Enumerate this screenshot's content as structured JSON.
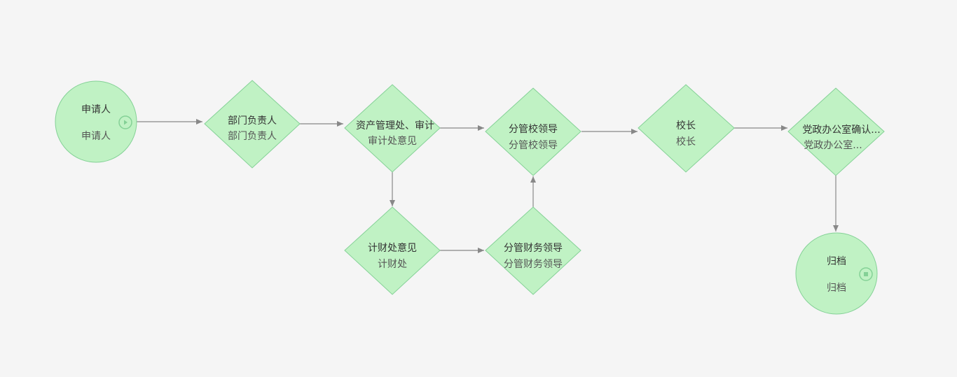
{
  "colors": {
    "background": "#f5f5f5",
    "node_fill": "#c0f2c4",
    "node_stroke": "#84d196",
    "edge": "#888888",
    "icon": "#84d196"
  },
  "nodes": {
    "start": {
      "title": "申请人",
      "subtitle": "申请人",
      "icon": "play-icon"
    },
    "dept_head": {
      "title": "部门负责人",
      "subtitle": "部门负责人"
    },
    "asset_mgmt": {
      "title": "资产管理处、审计",
      "subtitle": "审计处意见"
    },
    "finance_opinion": {
      "title": "计财处意见",
      "subtitle": "计财处"
    },
    "vp_finance": {
      "title": "分管财务领导",
      "subtitle": "分管财务领导"
    },
    "vp_school": {
      "title": "分管校领导",
      "subtitle": "分管校领导"
    },
    "president": {
      "title": "校长",
      "subtitle": "校长"
    },
    "party_office": {
      "title": "党政办公室确认...",
      "subtitle": "党政办公室..."
    },
    "archive": {
      "title": "归档",
      "subtitle": "归档",
      "icon": "stop-icon"
    }
  }
}
